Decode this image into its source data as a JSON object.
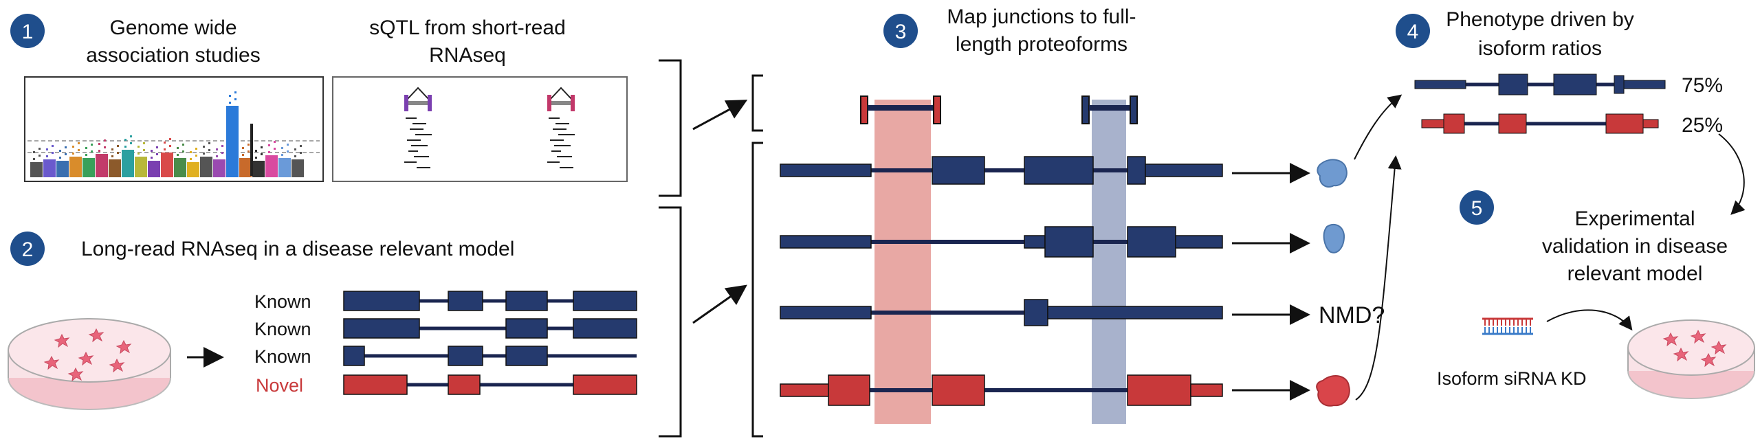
{
  "steps": [
    {
      "num": "1",
      "title_lines": [
        "Genome wide",
        "association studies"
      ]
    },
    {
      "num": "2",
      "title_lines": [
        "Long-read RNAseq in a disease relevant model"
      ]
    },
    {
      "num": "3",
      "title_lines": [
        "Map junctions to full-",
        "length proteoforms"
      ]
    },
    {
      "num": "4",
      "title_lines": [
        "Phenotype driven by",
        "isoform ratios"
      ]
    },
    {
      "num": "5",
      "title_lines": [
        "Experimental",
        "validation in disease",
        "relevant model"
      ]
    }
  ],
  "sqtl_title_lines": [
    "sQTL from short-read",
    "RNAseq"
  ],
  "isoform_labels": [
    "Known",
    "Known",
    "Known",
    "Novel"
  ],
  "outcome_nmd": "NMD?",
  "ratios": [
    "75%",
    "25%"
  ],
  "sirna_label": "Isoform siRNA KD",
  "colors": {
    "badge": "#1f4e8c",
    "exon_blue": "#253a6e",
    "exon_red": "#c8393a",
    "line_dark": "#1a2550",
    "highlight_red": "#e8a8a4",
    "highlight_blue": "#a8b2cc",
    "protein_blue": "#6f9ad0",
    "protein_red": "#d9454a",
    "dish_pink": "#f7d6dc",
    "cell_pink": "#e8647a"
  }
}
